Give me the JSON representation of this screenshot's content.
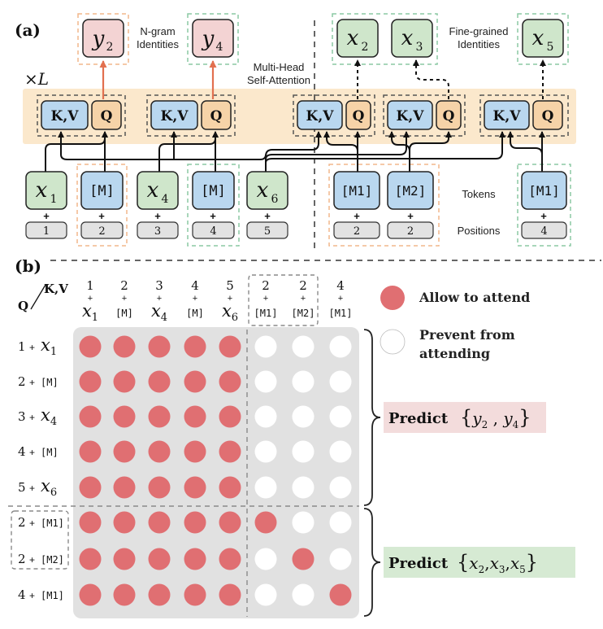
{
  "colors": {
    "green": "#cfe6cb",
    "blue": "#b9d7ef",
    "pink": "#f3d3d3",
    "gray": "#e2e2e2",
    "band": "#fbe8cc",
    "orange": "#f6d3a8",
    "red": "#e06f72",
    "dash_orange": "#f2b78c",
    "dash_green": "#8cc9a4",
    "predict_pink": "#f3dcdc",
    "predict_green": "#d6ead3"
  },
  "panel_a": {
    "label": "(a)",
    "layers": "×L",
    "left": {
      "outputs": [
        "y2",
        "y4"
      ],
      "output_caption": [
        "N-gram",
        "Identities"
      ],
      "attention_caption": [
        "Multi-Head",
        "Self-Attention"
      ],
      "kv": "K,V",
      "q": "Q",
      "tokens": [
        "x1",
        "[M]",
        "x4",
        "[M]",
        "x6"
      ],
      "positions": [
        "1",
        "2",
        "3",
        "4",
        "5"
      ],
      "plus": "+"
    },
    "right": {
      "outputs": [
        "x2",
        "x3",
        "x5"
      ],
      "output_caption": [
        "Fine-grained",
        "Identities"
      ],
      "tokens": [
        "[M1]",
        "[M2]",
        "[M1]"
      ],
      "positions": [
        "2",
        "2",
        "4"
      ],
      "tokens_label": "Tokens",
      "positions_label": "Positions"
    }
  },
  "panel_b": {
    "label": "(b)",
    "corner_q": "Q",
    "corner_kv": "K,V",
    "col_positions": [
      "1",
      "2",
      "3",
      "4",
      "5",
      "2",
      "2",
      "4"
    ],
    "col_tokens": [
      "x1",
      "[M]",
      "x4",
      "[M]",
      "x6",
      "[M1]",
      "[M2]",
      "[M1]"
    ],
    "row_positions": [
      "1",
      "2",
      "3",
      "4",
      "5",
      "2",
      "2",
      "4"
    ],
    "row_tokens": [
      "x1",
      "[M]",
      "x4",
      "[M]",
      "x6",
      "[M1]",
      "[M2]",
      "[M1]"
    ],
    "plus": "+",
    "mask": [
      [
        1,
        1,
        1,
        1,
        1,
        0,
        0,
        0
      ],
      [
        1,
        1,
        1,
        1,
        1,
        0,
        0,
        0
      ],
      [
        1,
        1,
        1,
        1,
        1,
        0,
        0,
        0
      ],
      [
        1,
        1,
        1,
        1,
        1,
        0,
        0,
        0
      ],
      [
        1,
        1,
        1,
        1,
        1,
        0,
        0,
        0
      ],
      [
        1,
        1,
        1,
        1,
        1,
        1,
        0,
        0
      ],
      [
        1,
        1,
        1,
        1,
        1,
        0,
        1,
        0
      ],
      [
        1,
        1,
        1,
        1,
        1,
        0,
        0,
        1
      ]
    ],
    "legend_allow": "Allow to attend",
    "legend_prevent": [
      "Prevent from",
      "attending"
    ],
    "predict_word": "Predict",
    "predict_top": "{y2 , y4}",
    "predict_bottom": "{x2, x3, x5}"
  }
}
